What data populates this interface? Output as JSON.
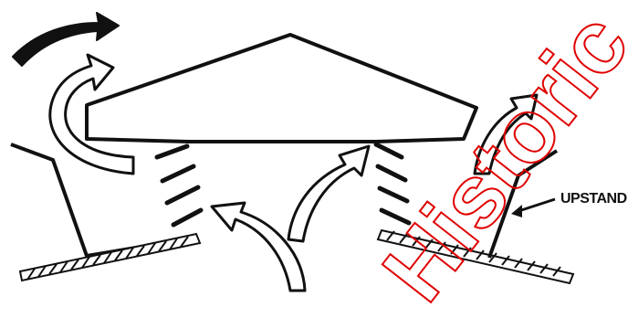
{
  "diagram": {
    "labels": {
      "upstand": "UPSTAND"
    },
    "watermark": {
      "text": "Historic"
    },
    "colors": {
      "ink": "#111111",
      "background": "#ffffff",
      "watermark": "#e00000",
      "arrow_fill": "#ffffff"
    },
    "icons": {
      "airflow_arrow": "curved-hollow-arrow",
      "wind_arrow": "curved-solid-arrow"
    }
  }
}
